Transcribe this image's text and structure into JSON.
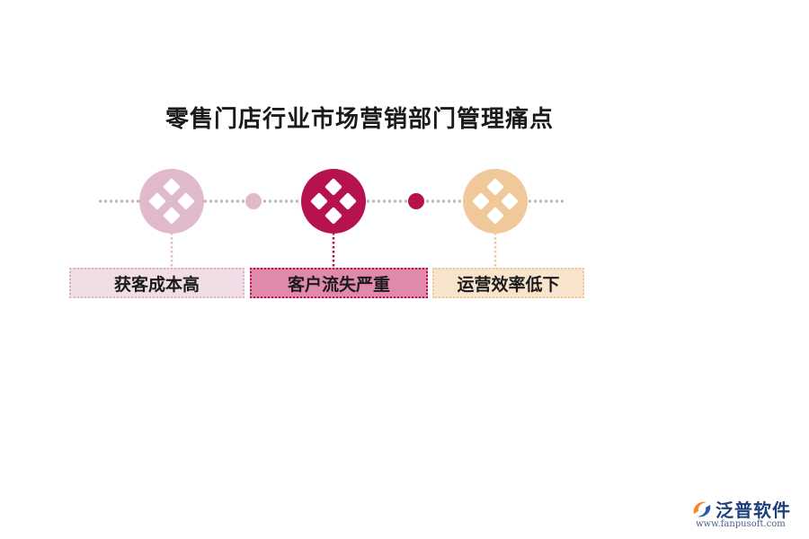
{
  "title": "零售门店行业市场营销部门管理痛点",
  "items": [
    {
      "label": "获客成本高",
      "color": "#e0bacb",
      "icon": "diamond-grid-icon"
    },
    {
      "label": "客户流失严重",
      "color": "#b5124f",
      "icon": "diamond-grid-icon"
    },
    {
      "label": "运营效率低下",
      "color": "#f0c99a",
      "icon": "diamond-grid-icon"
    }
  ],
  "logo": {
    "name": "泛普软件",
    "url": "www.fanpusoft.com"
  }
}
